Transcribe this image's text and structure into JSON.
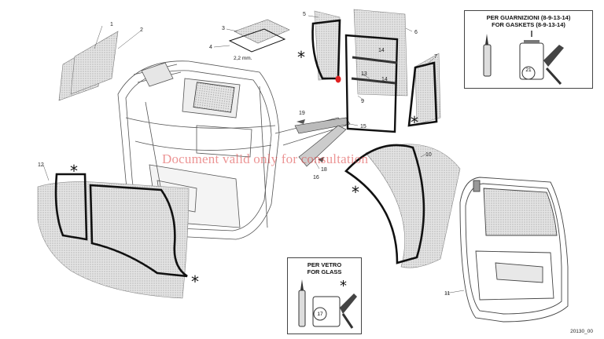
{
  "diagram": {
    "part_numbers": [
      "1",
      "2",
      "3",
      "4",
      "5",
      "6",
      "7",
      "9",
      "10",
      "11",
      "12",
      "13",
      "14",
      "14",
      "15",
      "16",
      "18",
      "19"
    ],
    "thickness_label": "2,2 mm.",
    "drawing_code": "20130_00",
    "watermark": "Document valid only for consultation"
  },
  "gasket_box": {
    "line1": "PER GUARNIZIONI (8-9-13-14)",
    "line2": "FOR GASKETS (8-9-13-14)",
    "badge": "21"
  },
  "glass_box": {
    "line1": "PER VETRO",
    "line2": "FOR GLASS",
    "badge": "17"
  },
  "colors": {
    "outline": "#111111",
    "glass_fill": "#cfcfcf",
    "accent": "#e02020"
  }
}
